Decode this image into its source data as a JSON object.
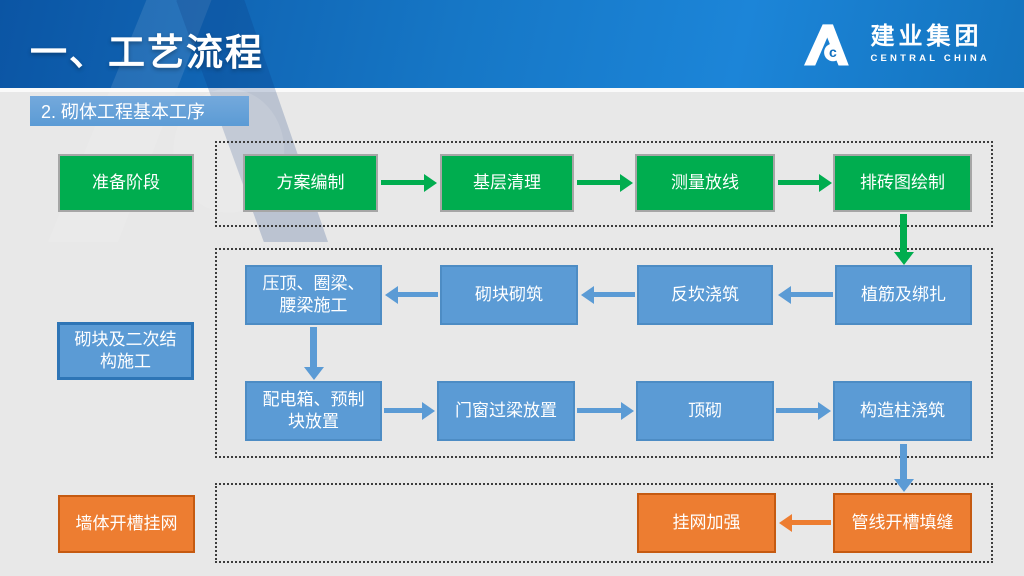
{
  "header": {
    "title": "一、工艺流程",
    "brand": {
      "name": "建业集团",
      "tagline": "CENTRAL CHINA"
    }
  },
  "section": {
    "subtitle": "2. 砌体工程基本工序"
  },
  "colors": {
    "green": "#00AD4F",
    "green_border": "#A6A6A6",
    "blue": "#5B9BD5",
    "blue_border": "#2E75B6",
    "orange": "#ED7D31",
    "orange_border": "#C55A11",
    "header_start": "#0B55A4",
    "header_end": "#1C85D8",
    "bg": "#E8E8E8",
    "dotted": "#3D3D3D"
  },
  "flow": {
    "stages": [
      {
        "label": "准备阶段"
      },
      {
        "label": "砌块及二次结\n构施工"
      },
      {
        "label": "墙体开槽挂网"
      }
    ],
    "row1": [
      "方案编制",
      "基层清理",
      "测量放线",
      "排砖图绘制"
    ],
    "row2a": [
      "压顶、圈梁、\n腰梁施工",
      "砌块砌筑",
      "反坎浇筑",
      "植筋及绑扎"
    ],
    "row2b": [
      "配电箱、预制\n块放置",
      "门窗过梁放置",
      "顶砌",
      "构造柱浇筑"
    ],
    "row3": [
      "挂网加强",
      "管线开槽填缝"
    ]
  }
}
